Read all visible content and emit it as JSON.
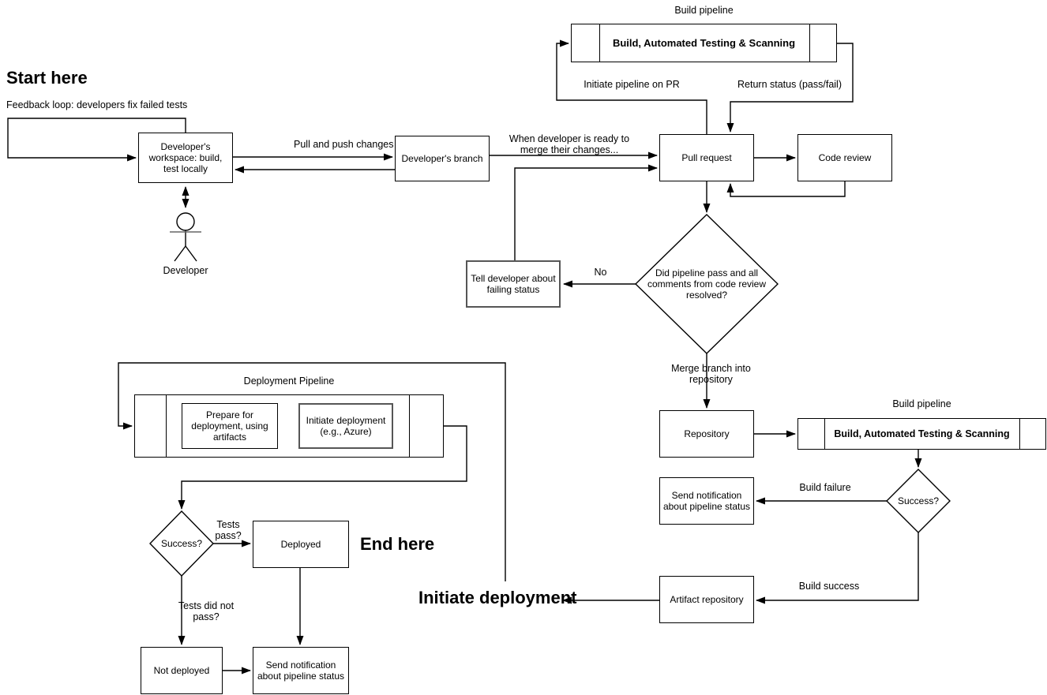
{
  "headings": {
    "start": "Start here",
    "end": "End here",
    "initiate_deployment": "Initiate deployment"
  },
  "colors": {
    "stroke": "#000000",
    "background": "#ffffff",
    "highlight_border": "#565656"
  },
  "nodes": {
    "developer_workspace": "Developer's workspace: build, test locally",
    "developer_branch": "Developer's branch",
    "pull_request": "Pull request",
    "code_review": "Code review",
    "build_pipeline_top_stage": "Build, Automated Testing & Scanning",
    "build_pipeline_bottom_stage": "Build, Automated Testing & Scanning",
    "decision_pr": "Did pipeline pass and all comments from code review resolved?",
    "tell_developer": "Tell developer about failing status",
    "repository": "Repository",
    "decision_build": "Success?",
    "send_notification_build": "Send notification about pipeline status",
    "artifact_repository": "Artifact repository",
    "prepare_deployment": "Prepare for deployment, using artifacts",
    "initiate_deployment_azure": "Initiate deployment (e.g., Azure)",
    "decision_deploy": "Success?",
    "deployed": "Deployed",
    "not_deployed": "Not deployed",
    "send_notification_deploy": "Send notification about pipeline status",
    "developer_actor": "Developer"
  },
  "labels": {
    "feedback_loop": "Feedback loop: developers fix failed tests",
    "pull_push": "Pull and push changes",
    "ready_merge": "When developer is ready to merge their changes...",
    "build_pipeline_top_title": "Build pipeline",
    "initiate_pipeline_pr": "Initiate pipeline on PR",
    "return_status": "Return status (pass/fail)",
    "no": "No",
    "merge_branch": "Merge branch into repository",
    "build_pipeline_bottom_title": "Build pipeline",
    "build_failure": "Build failure",
    "build_success": "Build success",
    "deployment_pipeline_title": "Deployment Pipeline",
    "tests_pass": "Tests pass?",
    "tests_not_pass": "Tests did not pass?"
  }
}
